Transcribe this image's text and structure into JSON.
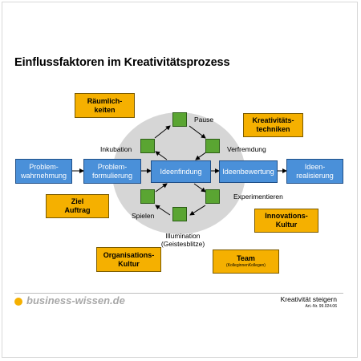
{
  "title": "Einflussfaktoren im Kreativitätsprozess",
  "process": {
    "problem_wahrnehmung": "Problem-\nwahrnehmung",
    "problem_formulierung": "Problem-\nformulierung",
    "ideenfindung": "Ideenfindung",
    "ideenbewertung": "Ideenbewertung",
    "ideen_realisierung": "Ideen-\nrealisierung"
  },
  "cycle_labels": {
    "pause": "Pause",
    "inkubation": "Inkubation",
    "verfremdung": "Verfremdung",
    "experimentieren": "Experimentieren",
    "spielen": "Spielen",
    "illumination": "Illumination\n(Geistesblitze)"
  },
  "factors": {
    "raeumlichkeiten": "Räumlich-\nkeiten",
    "kreativitaetstechniken": "Kreativitäts-\ntechniken",
    "ziel_auftrag": "Ziel\nAuftrag",
    "innovationskultur": "Innovations-\nKultur",
    "organisationskultur": "Organisations-\nKultur",
    "team": "Team",
    "team_sub": "(KolleginnenKollegen)"
  },
  "footer": {
    "brand": "business-wissen.de",
    "caption": "Kreativität steigern",
    "article_no": "Art.-Nr. 99.024.06"
  },
  "colors": {
    "process_box": "#4a90d9",
    "factor_box": "#f5b000",
    "cycle_square": "#5aa532",
    "ellipse": "#d6d6d6"
  }
}
